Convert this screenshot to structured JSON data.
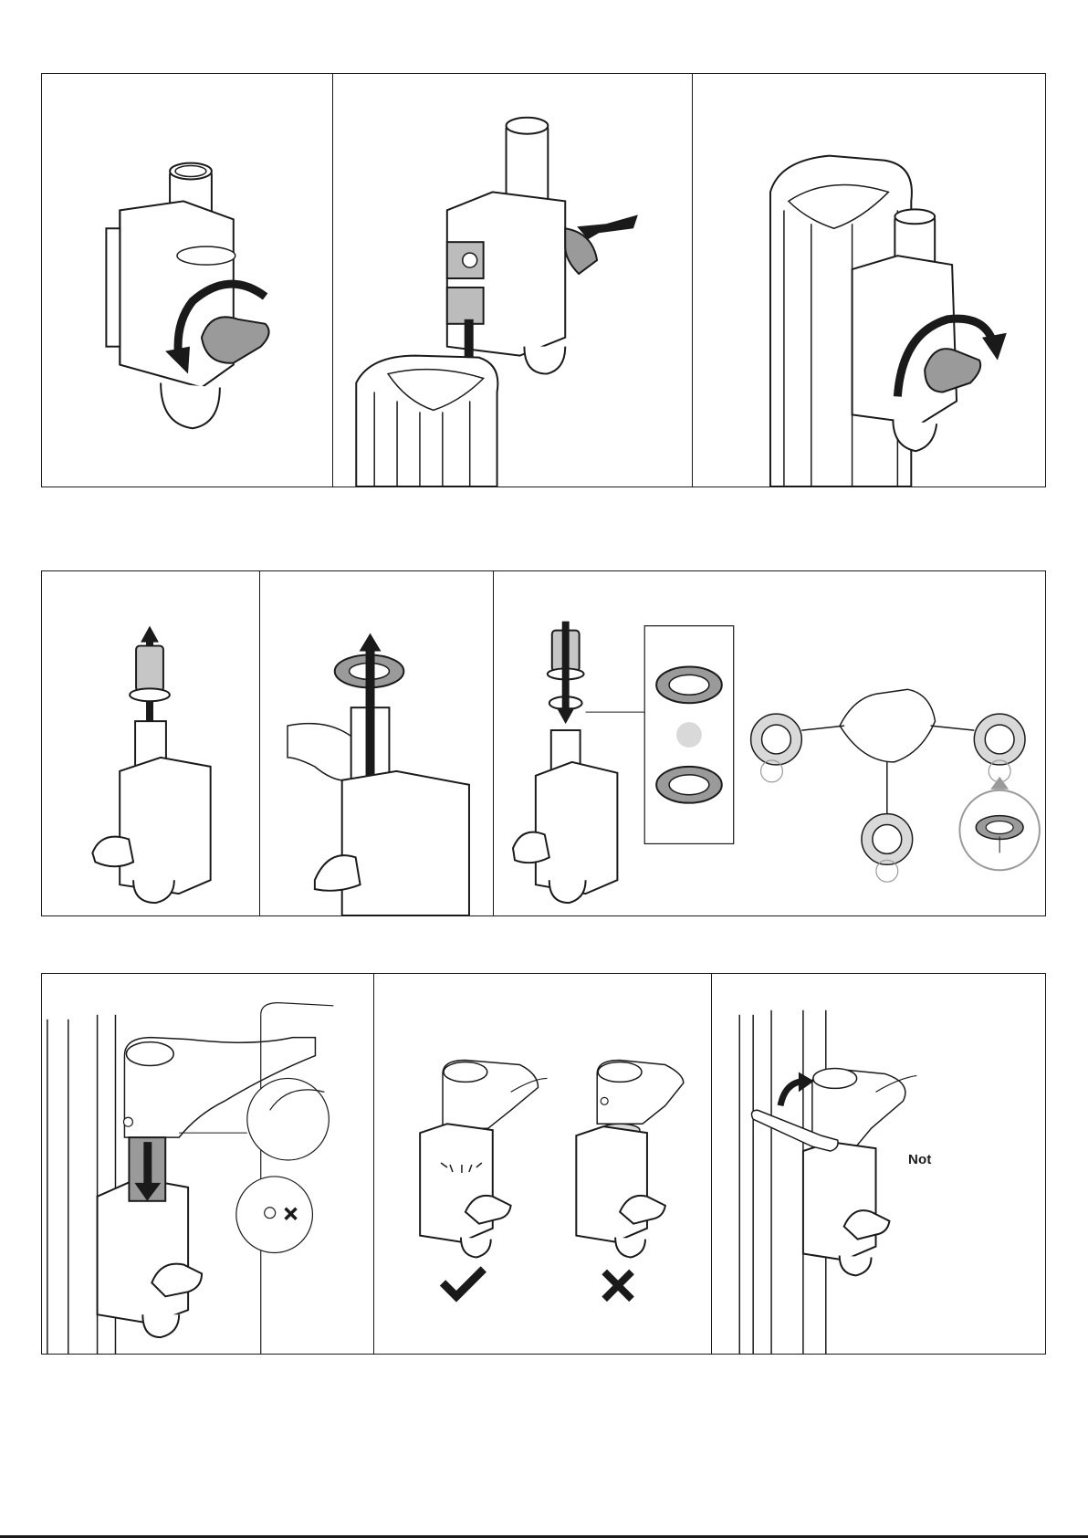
{
  "document": {
    "type": "assembly-instructions",
    "rows": [
      {
        "name": "row-1",
        "panels": [
          "loosen-knob",
          "attach-to-profile",
          "tighten-knob"
        ]
      },
      {
        "name": "row-2",
        "panels": [
          "remove-tube",
          "remove-spacer-ring",
          "spacer-orientation"
        ]
      },
      {
        "name": "row-3",
        "panels": [
          "insert-tube",
          "seating-check",
          "hex-key-tighten"
        ]
      }
    ],
    "labels": {
      "not_note": "Not"
    },
    "marks": {
      "correct": "check-icon",
      "incorrect": "cross-icon"
    },
    "colors": {
      "line": "#1a1a1a",
      "knob_gray": "#9a9a9a",
      "light_gray": "#d9d9d9",
      "fill_white": "#ffffff"
    }
  }
}
